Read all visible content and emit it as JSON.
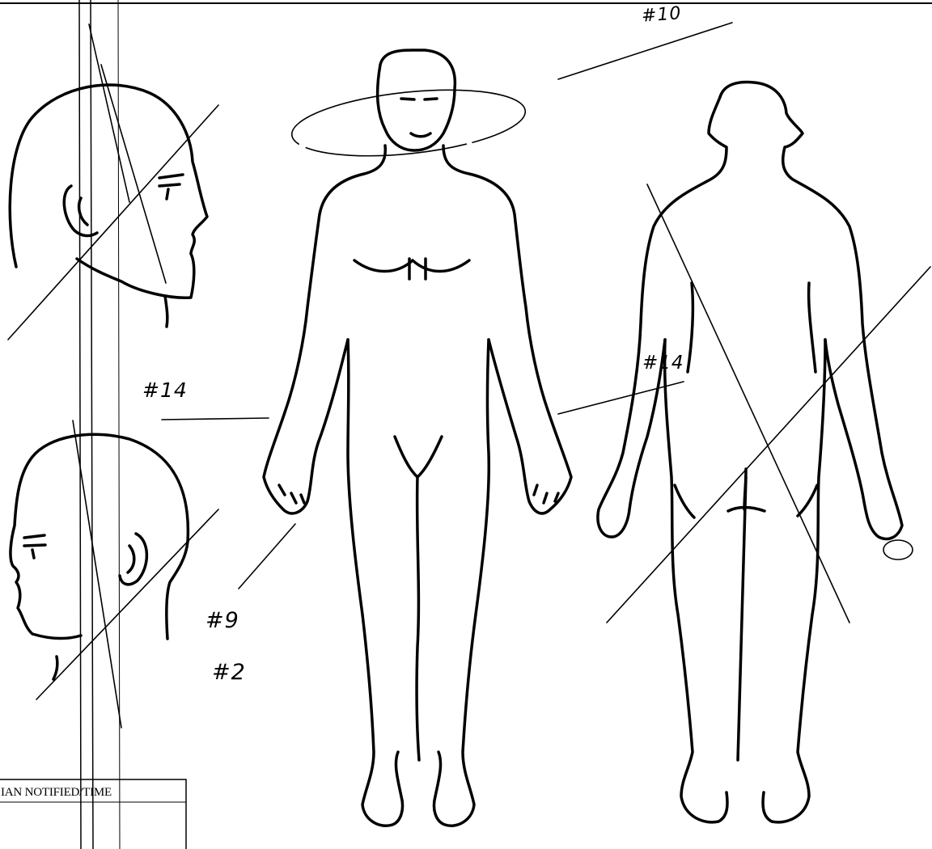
{
  "document": {
    "form_label": "IAN NOTIFIED/TIME",
    "annotations": {
      "head_top": "#10",
      "left_mid": "#14",
      "back_arm": "#14",
      "mark_a": "#9",
      "mark_b": "#2"
    }
  },
  "figures": [
    "head-right-profile",
    "head-left-profile",
    "body-front-view",
    "body-back-view"
  ],
  "colors": {
    "ink": "#000000",
    "paper": "#ffffff"
  }
}
